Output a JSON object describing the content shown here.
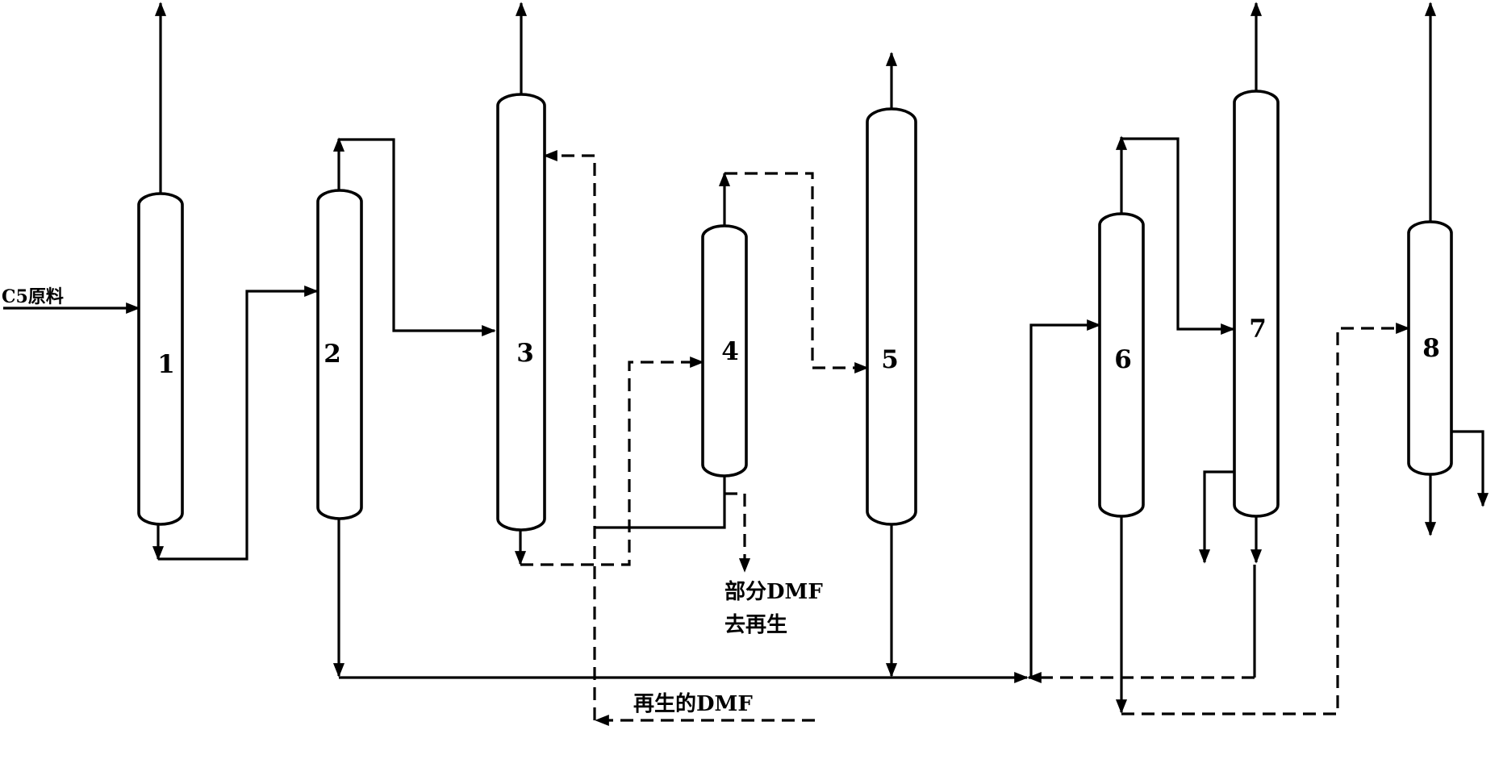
{
  "columns": [
    {
      "id": "col-1",
      "label": "1"
    },
    {
      "id": "col-2",
      "label": "2"
    },
    {
      "id": "col-3",
      "label": "3"
    },
    {
      "id": "col-4",
      "label": "4"
    },
    {
      "id": "col-5",
      "label": "5"
    },
    {
      "id": "col-6",
      "label": "6"
    },
    {
      "id": "col-7",
      "label": "7"
    },
    {
      "id": "col-8",
      "label": "8"
    }
  ],
  "labels": {
    "feed": "C5原料",
    "dmf_out_line1": "部分DMF",
    "dmf_out_line2": "去再生",
    "dmf_return": "再生的DMF"
  }
}
